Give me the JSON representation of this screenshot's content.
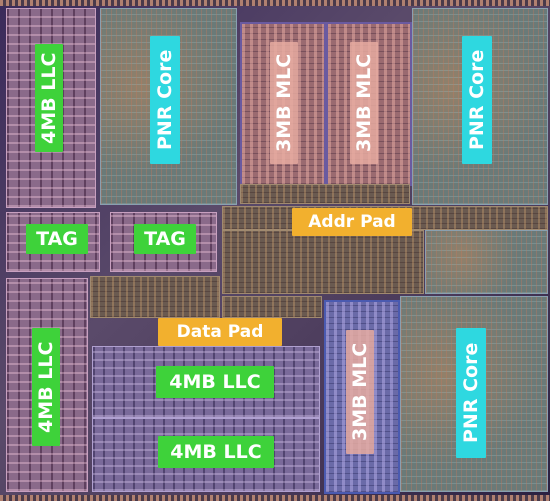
{
  "labels": {
    "llc_top_left": "4MB LLC",
    "pnr_core_top_left": "PNR Core",
    "mlc_top_left": "3MB MLC",
    "mlc_top_right": "3MB MLC",
    "pnr_core_top_right": "PNR Core",
    "tag_left": "TAG",
    "tag_right": "TAG",
    "addr_pad": "Addr Pad",
    "data_pad": "Data Pad",
    "llc_bottom_left": "4MB LLC",
    "llc_center_upper": "4MB LLC",
    "llc_center_lower": "4MB LLC",
    "mlc_bottom": "3MB MLC",
    "pnr_core_bottom_right": "PNR Core"
  },
  "colors": {
    "llc_label": "#3ed23a",
    "core_label": "#2ed8e0",
    "mlc_label": "#e6aaa0",
    "pad_label": "#f2b02e"
  }
}
